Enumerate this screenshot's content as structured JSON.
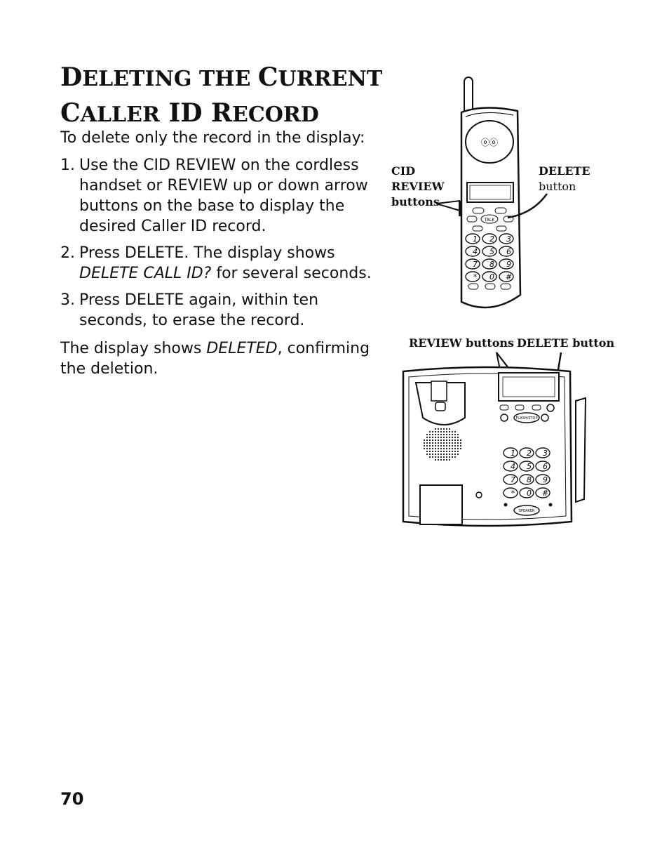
{
  "title": {
    "line1": [
      {
        "cap": "D",
        "rest": "ELETING"
      },
      {
        "cap": "",
        "rest": " THE "
      },
      {
        "cap": "C",
        "rest": "URRENT"
      }
    ],
    "line2": [
      {
        "cap": "C",
        "rest": "ALLER"
      },
      {
        "cap": " ID",
        "rest": ""
      },
      {
        "cap": " R",
        "rest": "ECORD"
      }
    ]
  },
  "intro": "To delete only the record in the display:",
  "steps": [
    {
      "num": "1.",
      "text": "Use the CID REVIEW on the cordless handset or REVIEW up or down arrow buttons on the base to display the desired Caller ID record."
    },
    {
      "num": "2.",
      "text_before": "Press DELETE. The display shows ",
      "italic": "DELETE CALL ID?",
      "text_after": " for several seconds."
    },
    {
      "num": "3.",
      "text": "Press DELETE again, within ten seconds, to erase the record."
    }
  ],
  "closing": {
    "before": "The display shows ",
    "italic": "DELETED",
    "after": ", confirming the deletion."
  },
  "handset_figure": {
    "cid_label": [
      "CID",
      "REVIEW",
      "buttons"
    ],
    "delete_label": [
      "DELETE",
      "button"
    ],
    "talk_key": "TALK"
  },
  "base_figure": {
    "review_label": "REVIEW buttons",
    "delete_label": "DELETE button",
    "flash_key": "FLASH/STOP",
    "speaker_key": "SPEAKER"
  },
  "keypad": [
    "1",
    "2",
    "3",
    "4",
    "5",
    "6",
    "7",
    "8",
    "9",
    "*",
    "0",
    "#"
  ],
  "page_number": "70"
}
